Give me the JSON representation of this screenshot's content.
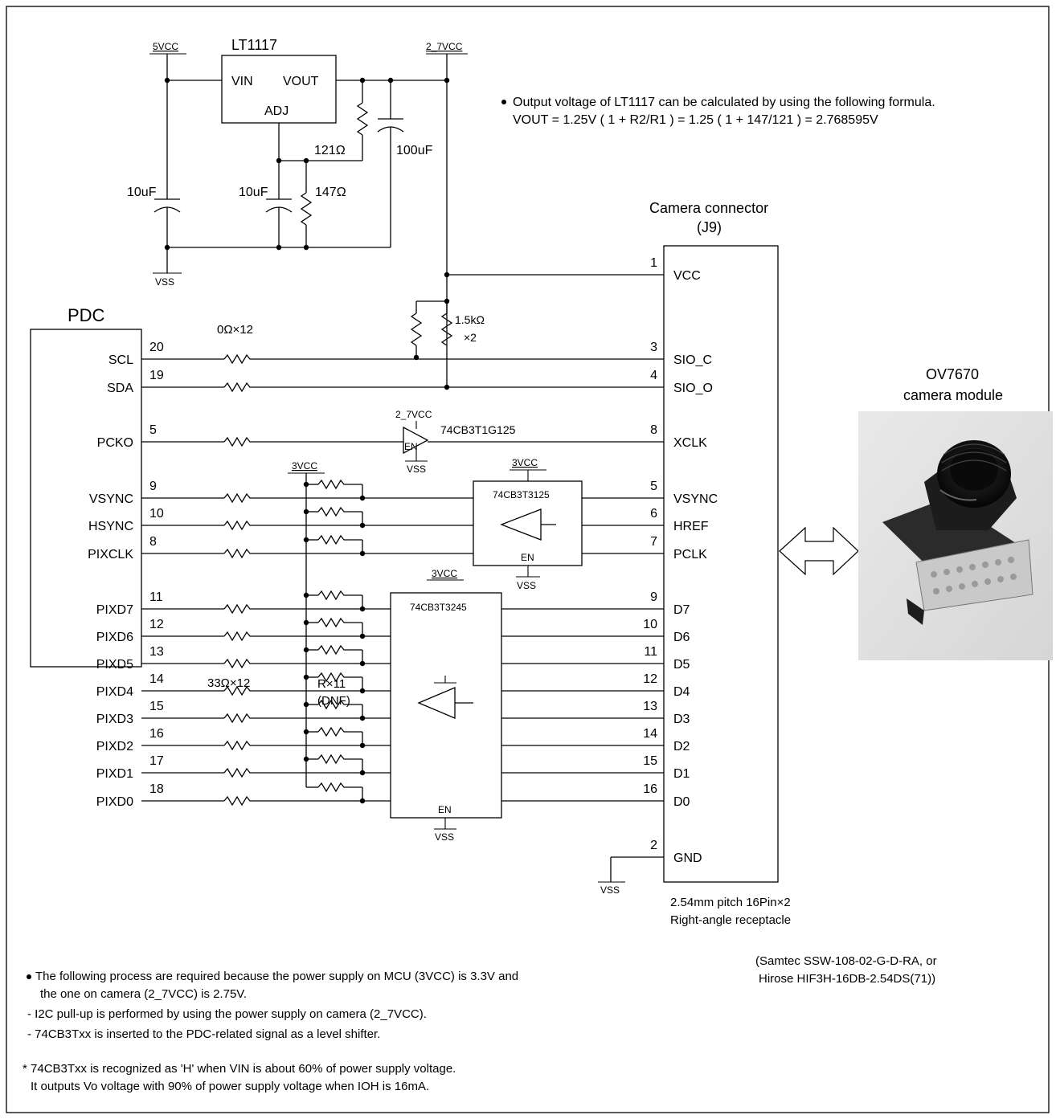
{
  "power": {
    "vcc5": "5VCC",
    "vcc27": "2_7VCC",
    "vss": "VSS",
    "vcc3": "3VCC"
  },
  "regulator": {
    "name": "LT1117",
    "vin": "VIN",
    "vout": "VOUT",
    "adj": "ADJ",
    "c_in": "10uF",
    "c_adj": "10uF",
    "c_out": "100uF",
    "r1": "121Ω",
    "r2": "147Ω"
  },
  "formula": {
    "line1": "Output voltage of LT1117 can be calculated by using the following formula.",
    "line2": "VOUT = 1.25V ( 1 + R2/R1 ) = 1.25 ( 1 + 147/121 ) = 2.768595V"
  },
  "pdc": {
    "title": "PDC",
    "pins": [
      {
        "label": "SCL",
        "num": "20"
      },
      {
        "label": "SDA",
        "num": "19"
      },
      {
        "label": "PCKO",
        "num": "5"
      },
      {
        "label": "VSYNC",
        "num": "9"
      },
      {
        "label": "HSYNC",
        "num": "10"
      },
      {
        "label": "PIXCLK",
        "num": "8"
      },
      {
        "label": "PIXD7",
        "num": "11"
      },
      {
        "label": "PIXD6",
        "num": "12"
      },
      {
        "label": "PIXD5",
        "num": "13"
      },
      {
        "label": "PIXD4",
        "num": "14"
      },
      {
        "label": "PIXD3",
        "num": "15"
      },
      {
        "label": "PIXD2",
        "num": "16"
      },
      {
        "label": "PIXD1",
        "num": "17"
      },
      {
        "label": "PIXD0",
        "num": "18"
      }
    ]
  },
  "resistors": {
    "r0": "0Ω×12",
    "r33": "33Ω×12",
    "pullup_1": "1.5kΩ",
    "pullup_2": "×2",
    "dnf_1": "R×11",
    "dnf_2": "(DNF)"
  },
  "buffers": {
    "clk": {
      "name": "74CB3T1G125",
      "en": "EN"
    },
    "sync": {
      "name": "74CB3T3125",
      "en": "EN"
    },
    "data": {
      "name": "74CB3T3245",
      "en": "EN"
    }
  },
  "connector": {
    "title1": "Camera connector",
    "title2": "(J9)",
    "pins": [
      {
        "label": "VCC",
        "num": "1"
      },
      {
        "label": "SIO_C",
        "num": "3"
      },
      {
        "label": "SIO_O",
        "num": "4"
      },
      {
        "label": "XCLK",
        "num": "8"
      },
      {
        "label": "VSYNC",
        "num": "5"
      },
      {
        "label": "HREF",
        "num": "6"
      },
      {
        "label": "PCLK",
        "num": "7"
      },
      {
        "label": "D7",
        "num": "9"
      },
      {
        "label": "D6",
        "num": "10"
      },
      {
        "label": "D5",
        "num": "11"
      },
      {
        "label": "D4",
        "num": "12"
      },
      {
        "label": "D3",
        "num": "13"
      },
      {
        "label": "D2",
        "num": "14"
      },
      {
        "label": "D1",
        "num": "15"
      },
      {
        "label": "D0",
        "num": "16"
      },
      {
        "label": "GND",
        "num": "2"
      }
    ],
    "spec1": "2.54mm pitch 16Pin×2",
    "spec2": "Right-angle receptacle",
    "part1": "(Samtec SSW-108-02-G-D-RA, or",
    "part2": "Hirose  HIF3H-16DB-2.54DS(71))"
  },
  "camera": {
    "name": "OV7670",
    "desc": "camera module"
  },
  "notes": {
    "n1a": "The following process are required because the power supply on MCU (3VCC) is 3.3V and",
    "n1b": "the one on camera (2_7VCC) is 2.75V.",
    "n2": "- I2C pull-up is performed by using the power supply on camera (2_7VCC).",
    "n3": "- 74CB3Txx is inserted to the PDC-related signal as a level shifter.",
    "n4a": "* 74CB3Txx is recognized as 'H' when VIN is about 60% of power supply voltage.",
    "n4b": "It outputs Vo voltage with 90% of power supply voltage when IOH is 16mA."
  }
}
